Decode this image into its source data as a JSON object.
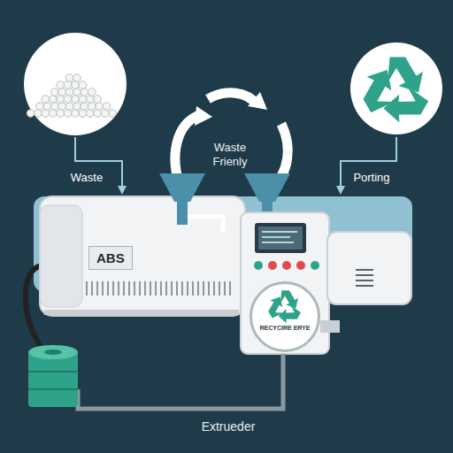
{
  "diagram": {
    "nodes": [
      {
        "text": [
          "ABS"
        ]
      },
      {
        "text": [
          "RECYCIRE ERYE"
        ]
      }
    ],
    "labels": [
      "Waste Frienly",
      "Waste",
      "Porting",
      "Extrueder"
    ]
  }
}
